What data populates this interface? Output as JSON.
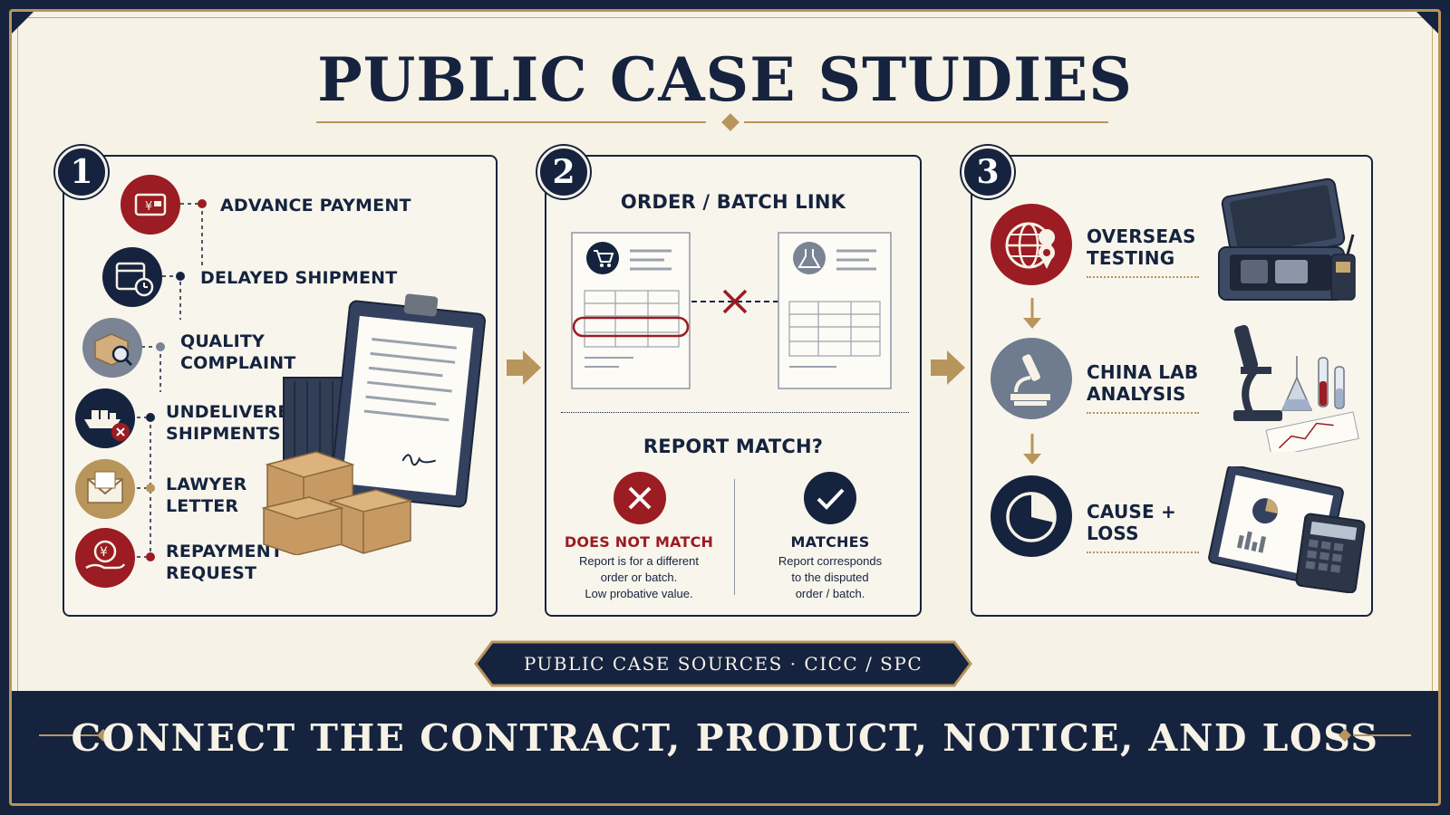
{
  "title": "PUBLIC CASE STUDIES",
  "steps": [
    {
      "number": "1",
      "items": [
        {
          "label": "ADVANCE PAYMENT",
          "icon": "wallet-icon"
        },
        {
          "label": "DELAYED SHIPMENT",
          "icon": "calendar-clock-icon"
        },
        {
          "label": "QUALITY COMPLAINT",
          "icon": "box-inspect-icon"
        },
        {
          "label": "UNDELIVERED SHIPMENTS",
          "icon": "cargo-ship-icon"
        },
        {
          "label": "LAWYER LETTER",
          "icon": "envelope-icon"
        },
        {
          "label": "REPAYMENT REQUEST",
          "icon": "yen-hand-icon"
        }
      ]
    },
    {
      "number": "2",
      "heading": "ORDER / BATCH LINK",
      "question": "REPORT MATCH?",
      "no_match": {
        "title": "DOES NOT MATCH",
        "text": [
          "Report is for a different",
          "order or batch.",
          "Low probative value."
        ]
      },
      "match": {
        "title": "MATCHES",
        "text": [
          "Report corresponds",
          "to the disputed",
          "order / batch."
        ]
      }
    },
    {
      "number": "3",
      "items": [
        {
          "label_lines": [
            "OVERSEAS",
            "TESTING"
          ],
          "icon": "globe-pin-icon"
        },
        {
          "label_lines": [
            "CHINA LAB",
            "ANALYSIS"
          ],
          "icon": "microscope-icon"
        },
        {
          "label_lines": [
            "CAUSE +",
            "LOSS"
          ],
          "icon": "pie-chart-icon"
        }
      ]
    }
  ],
  "sources": "PUBLIC CASE SOURCES · CICC / SPC",
  "footer": "CONNECT THE CONTRACT, PRODUCT, NOTICE, AND LOSS",
  "colors": {
    "navy": "#15233f",
    "gold": "#b8955a",
    "red": "#9b1c22",
    "cream": "#f7f2e6"
  }
}
